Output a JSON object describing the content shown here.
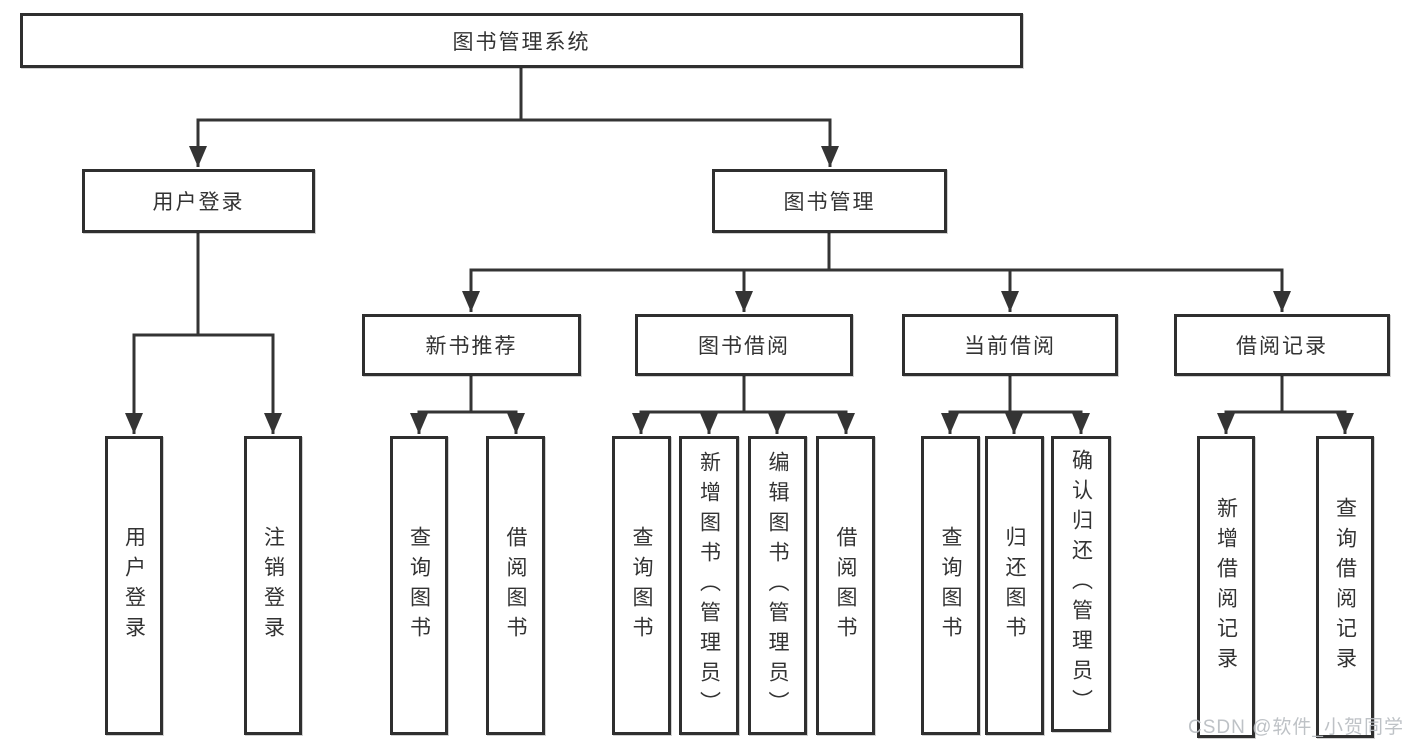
{
  "colors": {
    "line": "#343434",
    "border": "#2f2f2f",
    "text": "#333333",
    "bg": "#ffffff",
    "watermark": "#b9bdc2"
  },
  "tree": {
    "root": {
      "label": "图书管理系统",
      "children": [
        {
          "label": "用户登录",
          "children": [
            {
              "label": "用户登录"
            },
            {
              "label": "注销登录"
            }
          ]
        },
        {
          "label": "图书管理",
          "children": [
            {
              "label": "新书推荐",
              "children": [
                {
                  "label": "查询图书"
                },
                {
                  "label": "借阅图书"
                }
              ]
            },
            {
              "label": "图书借阅",
              "children": [
                {
                  "label": "查询图书"
                },
                {
                  "label": "新增图书（管理员）"
                },
                {
                  "label": "编辑图书（管理员）"
                },
                {
                  "label": "借阅图书"
                }
              ]
            },
            {
              "label": "当前借阅",
              "children": [
                {
                  "label": "查询图书"
                },
                {
                  "label": "归还图书"
                },
                {
                  "label": "确认归还（管理员）"
                }
              ]
            },
            {
              "label": "借阅记录",
              "children": [
                {
                  "label": "新增借阅记录"
                },
                {
                  "label": "查询借阅记录"
                }
              ]
            }
          ]
        }
      ]
    }
  },
  "watermark": {
    "text": "CSDN @软件_小贺同学"
  }
}
